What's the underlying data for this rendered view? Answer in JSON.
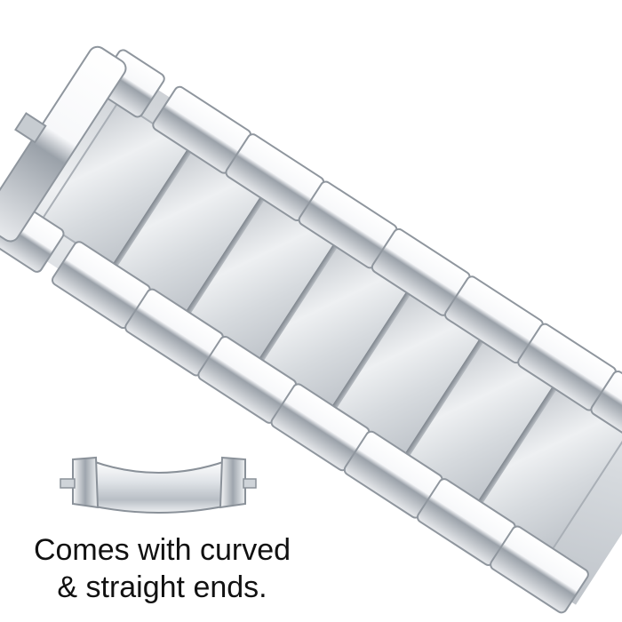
{
  "caption": {
    "line1": "Comes with curved",
    "line2": "& straight ends."
  },
  "colors": {
    "background": "#ffffff",
    "metal_light": "#f4f6f8",
    "metal_mid": "#d3d7dc",
    "metal_dark": "#8c939b",
    "caption_text": "#111111"
  },
  "icons": {
    "bracelet": "metal-watch-bracelet-image",
    "end_piece": "curved-end-piece-image"
  }
}
